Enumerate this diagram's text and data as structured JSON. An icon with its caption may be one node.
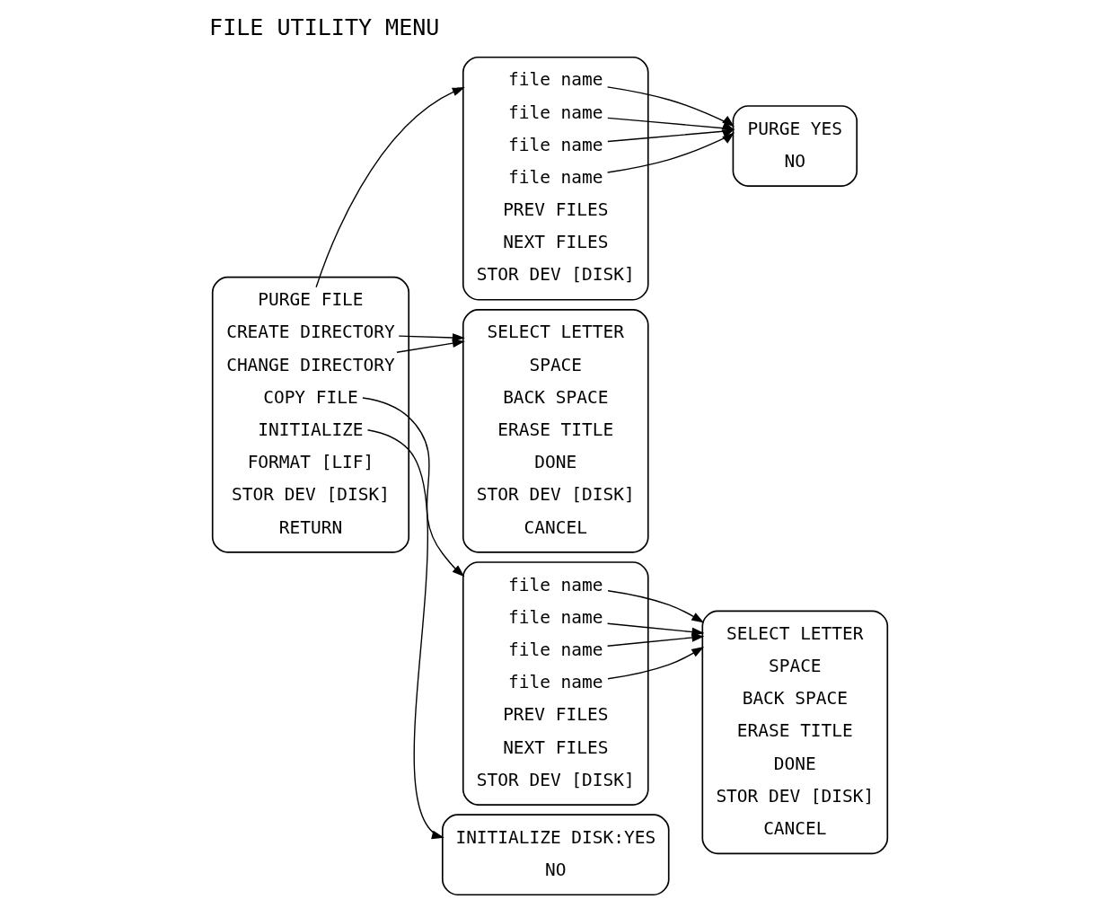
{
  "diagram": {
    "title": "FILE UTILITY MENU",
    "nodes": [
      {
        "text": [],
        "shape": "box"
      },
      {
        "text": [
          "PURGE FILE"
        ],
        "in": 0
      },
      {
        "text": [
          "CREATE DIRECTORY"
        ],
        "in": 0
      },
      {
        "text": [
          "CHANGE DIRECTORY"
        ],
        "in": 0
      },
      {
        "text": [
          "COPY FILE"
        ],
        "in": 0
      },
      {
        "text": [
          "INITIALIZE"
        ],
        "in": 0
      },
      {
        "text": [
          "FORMAT [LIF]"
        ],
        "in": 0
      },
      {
        "text": [
          "STOR DEV [DISK]"
        ],
        "in": 0
      },
      {
        "text": [
          "RETURN"
        ],
        "in": 0
      },
      {
        "text": [],
        "shape": "box"
      },
      {
        "text": [
          "file name"
        ],
        "in": 9
      },
      {
        "text": [
          "file name"
        ],
        "in": 9
      },
      {
        "text": [
          "file name"
        ],
        "in": 9
      },
      {
        "text": [
          "file name"
        ],
        "in": 9
      },
      {
        "text": [
          "PREV FILES"
        ],
        "in": 9
      },
      {
        "text": [
          "NEXT FILES"
        ],
        "in": 9
      },
      {
        "text": [
          "STOR DEV [DISK]"
        ],
        "in": 9
      },
      {
        "text": [],
        "shape": "box"
      },
      {
        "text": [
          "PURGE YES"
        ],
        "in": 17
      },
      {
        "text": [
          "NO"
        ],
        "in": 17
      },
      {
        "text": [],
        "shape": "box"
      },
      {
        "text": [
          "SELECT LETTER"
        ],
        "in": 20
      },
      {
        "text": [
          "SPACE"
        ],
        "in": 20
      },
      {
        "text": [
          "BACK SPACE"
        ],
        "in": 20
      },
      {
        "text": [
          "ERASE TITLE"
        ],
        "in": 20
      },
      {
        "text": [
          "DONE"
        ],
        "in": 20
      },
      {
        "text": [
          "STOR DEV [DISK]"
        ],
        "in": 20
      },
      {
        "text": [
          "CANCEL"
        ],
        "in": 20
      },
      {
        "text": [],
        "shape": "box"
      },
      {
        "text": [
          "file name"
        ],
        "in": 28
      },
      {
        "text": [
          "file name"
        ],
        "in": 28
      },
      {
        "text": [
          "file name"
        ],
        "in": 28
      },
      {
        "text": [
          "file name"
        ],
        "in": 28
      },
      {
        "text": [
          "PREV FILES"
        ],
        "in": 28
      },
      {
        "text": [
          "NEXT FILES"
        ],
        "in": 28
      },
      {
        "text": [
          "STOR DEV [DISK]"
        ],
        "in": 28
      },
      {
        "text": [],
        "shape": "box"
      },
      {
        "text": [
          "SELECT LETTER"
        ],
        "in": 36
      },
      {
        "text": [
          "SPACE"
        ],
        "in": 36
      },
      {
        "text": [
          "BACK SPACE"
        ],
        "in": 36
      },
      {
        "text": [
          "ERASE TITLE"
        ],
        "in": 36
      },
      {
        "text": [
          "DONE"
        ],
        "in": 36
      },
      {
        "text": [
          "STOR DEV [DISK]"
        ],
        "in": 36
      },
      {
        "text": [
          "CANCEL"
        ],
        "in": 36
      },
      {
        "text": [],
        "shape": "box"
      },
      {
        "text": [
          "INITIALIZE DISK:YES"
        ],
        "in": 44
      },
      {
        "text": [
          "NO"
        ],
        "in": 44
      }
    ],
    "edges": [
      {
        "from": 1,
        "to": 9,
        "arrow": "to"
      },
      {
        "from": 2,
        "to": 20,
        "arrow": "to"
      },
      {
        "from": 3,
        "to": 20,
        "arrow": "to"
      },
      {
        "from": 4,
        "to": 28,
        "arrow": "to"
      },
      {
        "from": 5,
        "to": 44,
        "arrow": "to"
      },
      {
        "from": 10,
        "to": 17,
        "arrow": "to"
      },
      {
        "from": 11,
        "to": 17,
        "arrow": "to"
      },
      {
        "from": 12,
        "to": 17,
        "arrow": "to"
      },
      {
        "from": 13,
        "to": 17,
        "arrow": "to"
      },
      {
        "from": 29,
        "to": 36,
        "arrow": "to"
      },
      {
        "from": 30,
        "to": 36,
        "arrow": "to"
      },
      {
        "from": 31,
        "to": 36,
        "arrow": "to"
      },
      {
        "from": 32,
        "to": 36,
        "arrow": "to"
      }
    ]
  }
}
